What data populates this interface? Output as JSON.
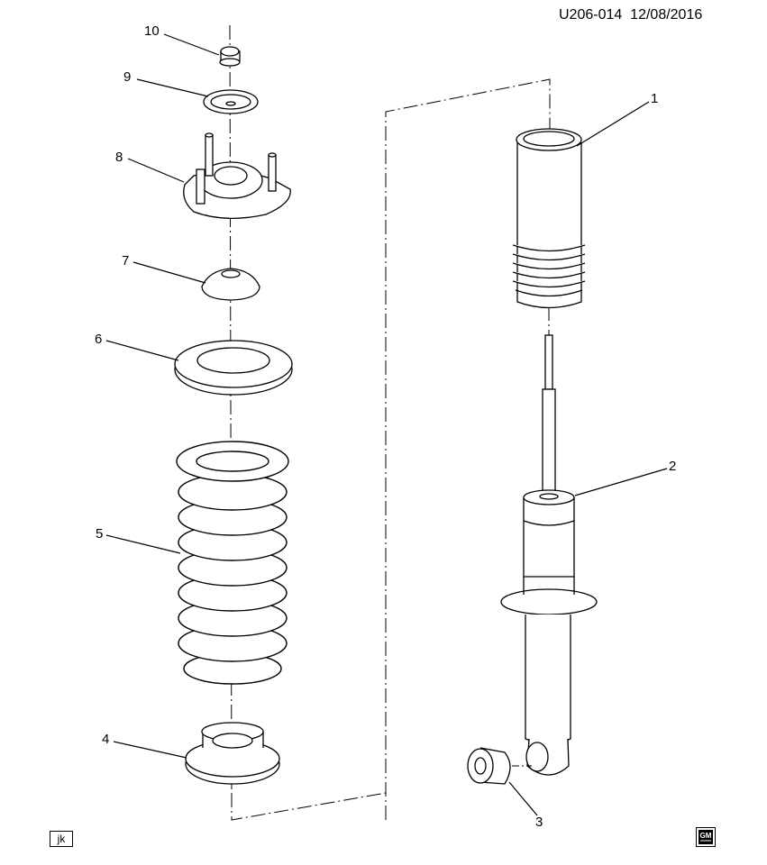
{
  "header": {
    "diagram_code": "U206-014",
    "date": "12/08/2016"
  },
  "callouts": [
    "1",
    "2",
    "3",
    "4",
    "5",
    "6",
    "7",
    "8",
    "9",
    "10"
  ],
  "footer": {
    "author_badge": "jk",
    "logo": "GM"
  }
}
